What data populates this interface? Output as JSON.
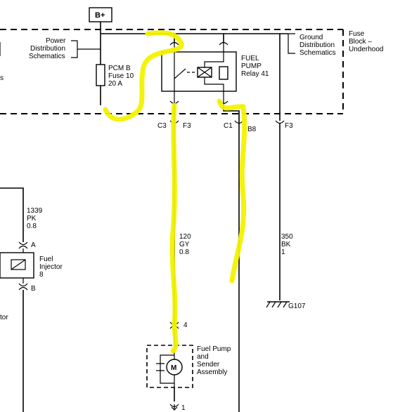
{
  "supply": {
    "label": "B+"
  },
  "links": {
    "power": [
      "Power",
      "Distribution",
      "Schematics"
    ],
    "ground": [
      "Ground",
      "Distribution",
      "Schematics"
    ]
  },
  "fuse_block": {
    "label": [
      "Fuse",
      "Block –",
      "Underhood"
    ]
  },
  "fuse": {
    "label": [
      "PCM B",
      "Fuse 10",
      "20 A"
    ]
  },
  "relay": {
    "label": [
      "FUEL",
      "PUMP",
      "Relay 41"
    ]
  },
  "connectors": {
    "c3": "C3",
    "f3a": "F3",
    "c1": "C1",
    "b8": "B8",
    "f3b": "F3",
    "pin4": "4",
    "pin1": "1",
    "pinA": "A",
    "pinB": "B"
  },
  "wires": {
    "gy": [
      "120",
      "GY",
      "0.8"
    ],
    "bk": [
      "350",
      "BK",
      "1"
    ],
    "pk": [
      "1339",
      "PK",
      "0.8"
    ]
  },
  "ground_point": {
    "label": "G107"
  },
  "pump": {
    "label": [
      "Fuel Pump",
      "and",
      "Sender",
      "Assembly"
    ],
    "symbol": "M"
  },
  "injector": {
    "label": [
      "Fuel",
      "Injector",
      "8"
    ]
  },
  "cut_text": {
    "left_s": "s",
    "left_tor": "tor"
  },
  "colors": {
    "highlight": "#f2f200",
    "line": "#000000"
  }
}
